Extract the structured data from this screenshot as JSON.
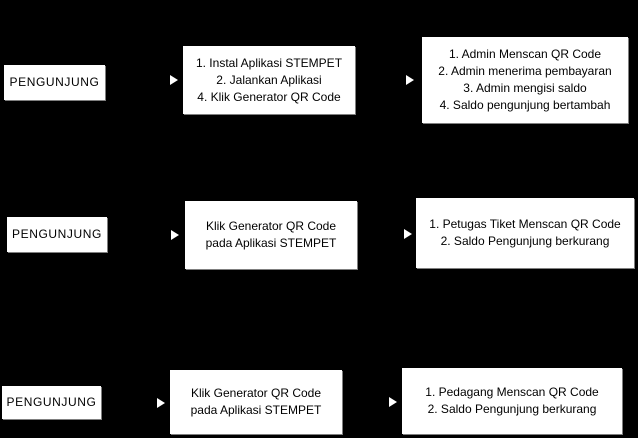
{
  "colors": {
    "background": "#000000",
    "box_fill": "#ffffff",
    "box_text": "#000000",
    "arrow": "#ffffff",
    "box_shadow": "#7f7f7f"
  },
  "rows": [
    {
      "actor": "PENGUNJUNG",
      "step1_lines": [
        "1. Instal Aplikasi STEMPET",
        "2. Jalankan Aplikasi",
        "4. Klik Generator QR Code"
      ],
      "step2_lines": [
        "1. Admin Menscan QR Code",
        "2. Admin menerima pembayaran",
        "3. Admin mengisi saldo",
        "4. Saldo pengunjung bertambah"
      ]
    },
    {
      "actor": "PENGUNJUNG",
      "step1_lines": [
        "Klik Generator QR Code",
        "pada Aplikasi STEMPET"
      ],
      "step2_lines": [
        "1. Petugas Tiket Menscan QR Code",
        "2. Saldo Pengunjung berkurang"
      ]
    },
    {
      "actor": "PENGUNJUNG",
      "step1_lines": [
        "Klik Generator QR Code",
        "pada Aplikasi STEMPET"
      ],
      "step2_lines": [
        "1. Pedagang Menscan QR Code",
        "2. Saldo Pengunjung berkurang"
      ]
    }
  ]
}
